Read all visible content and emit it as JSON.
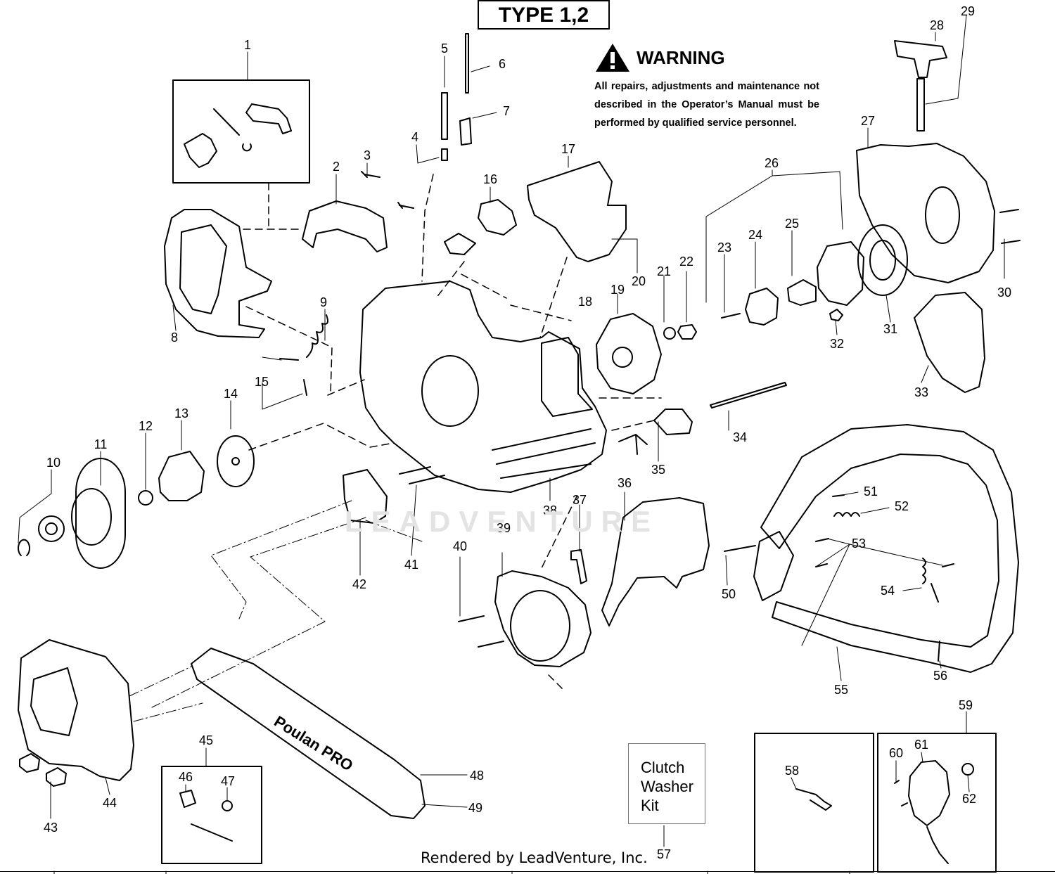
{
  "header": {
    "type_label": "TYPE 1,2"
  },
  "warning": {
    "title": "WARNING",
    "text": "All repairs, adjustments and maintenance not described in the Operator’s Manual must be performed by qualified  service personnel."
  },
  "kit_box": {
    "label": "Clutch Washer Kit"
  },
  "footer": {
    "rendered_by": "Rendered by LeadVenture, Inc."
  },
  "watermark": {
    "text": "LEADVENTURE"
  },
  "brand": {
    "bar_logo": "Poulan PRO"
  },
  "part_numbers": [
    "1",
    "2",
    "3",
    "4",
    "5",
    "6",
    "7",
    "8",
    "9",
    "10",
    "11",
    "12",
    "13",
    "14",
    "15",
    "16",
    "17",
    "18",
    "19",
    "20",
    "21",
    "22",
    "23",
    "24",
    "25",
    "26",
    "27",
    "28",
    "29",
    "30",
    "31",
    "32",
    "33",
    "34",
    "35",
    "36",
    "37",
    "38",
    "39",
    "40",
    "41",
    "42",
    "43",
    "44",
    "45",
    "46",
    "47",
    "48",
    "49",
    "50",
    "51",
    "52",
    "53",
    "54",
    "55",
    "56",
    "57",
    "58",
    "59",
    "60",
    "61",
    "62"
  ],
  "colors": {
    "line": "#000000",
    "watermark": "#e3e3e3",
    "kit_border": "#777777"
  }
}
